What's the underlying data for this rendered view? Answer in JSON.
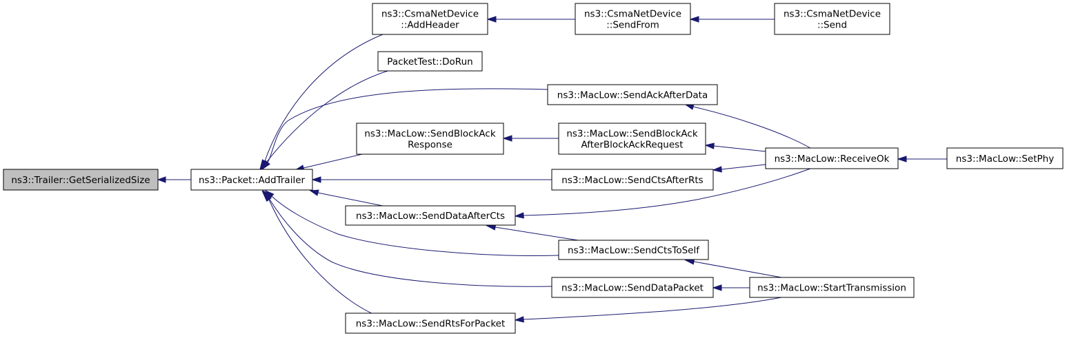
{
  "graph": {
    "nodes": [
      {
        "id": "trailer_getsize",
        "lines": [
          "ns3::Trailer::GetSerializedSize"
        ],
        "highlight": true
      },
      {
        "id": "packet_addtrailer",
        "lines": [
          "ns3::Packet::AddTrailer"
        ]
      },
      {
        "id": "csma_addheader",
        "lines": [
          "ns3::CsmaNetDevice",
          "::AddHeader"
        ]
      },
      {
        "id": "packettest_dorun",
        "lines": [
          "PacketTest::DoRun"
        ]
      },
      {
        "id": "sendblockackresponse",
        "lines": [
          "ns3::MacLow::SendBlockAck",
          "Response"
        ]
      },
      {
        "id": "senddataaftercts",
        "lines": [
          "ns3::MacLow::SendDataAfterCts"
        ]
      },
      {
        "id": "sendrtsforpacket",
        "lines": [
          "ns3::MacLow::SendRtsForPacket"
        ]
      },
      {
        "id": "csma_sendfrom",
        "lines": [
          "ns3::CsmaNetDevice",
          "::SendFrom"
        ]
      },
      {
        "id": "sendackafterdata",
        "lines": [
          "ns3::MacLow::SendAckAfterData"
        ]
      },
      {
        "id": "sendblockackafterreq",
        "lines": [
          "ns3::MacLow::SendBlockAck",
          "AfterBlockAckRequest"
        ]
      },
      {
        "id": "sendctsafterrts",
        "lines": [
          "ns3::MacLow::SendCtsAfterRts"
        ]
      },
      {
        "id": "sendctstoself",
        "lines": [
          "ns3::MacLow::SendCtsToSelf"
        ]
      },
      {
        "id": "senddatapacket",
        "lines": [
          "ns3::MacLow::SendDataPacket"
        ]
      },
      {
        "id": "csma_send",
        "lines": [
          "ns3::CsmaNetDevice",
          "::Send"
        ]
      },
      {
        "id": "receiveok",
        "lines": [
          "ns3::MacLow::ReceiveOk"
        ]
      },
      {
        "id": "starttransmission",
        "lines": [
          "ns3::MacLow::StartTransmission"
        ]
      },
      {
        "id": "setphy",
        "lines": [
          "ns3::MacLow::SetPhy"
        ]
      }
    ],
    "edges": [
      {
        "from": "packet_addtrailer",
        "to": "trailer_getsize"
      },
      {
        "from": "csma_addheader",
        "to": "packet_addtrailer"
      },
      {
        "from": "packettest_dorun",
        "to": "packet_addtrailer"
      },
      {
        "from": "sendackafterdata",
        "to": "packet_addtrailer"
      },
      {
        "from": "sendblockackresponse",
        "to": "packet_addtrailer"
      },
      {
        "from": "sendctsafterrts",
        "to": "packet_addtrailer"
      },
      {
        "from": "senddataaftercts",
        "to": "packet_addtrailer"
      },
      {
        "from": "sendctstoself",
        "to": "packet_addtrailer"
      },
      {
        "from": "senddatapacket",
        "to": "packet_addtrailer"
      },
      {
        "from": "sendrtsforpacket",
        "to": "packet_addtrailer"
      },
      {
        "from": "csma_sendfrom",
        "to": "csma_addheader"
      },
      {
        "from": "csma_send",
        "to": "csma_sendfrom"
      },
      {
        "from": "receiveok",
        "to": "sendackafterdata"
      },
      {
        "from": "sendblockackafterreq",
        "to": "sendblockackresponse"
      },
      {
        "from": "receiveok",
        "to": "sendblockackafterreq"
      },
      {
        "from": "receiveok",
        "to": "sendctsafterrts"
      },
      {
        "from": "receiveok",
        "to": "senddataaftercts"
      },
      {
        "from": "sendctstoself",
        "to": "senddataaftercts"
      },
      {
        "from": "starttransmission",
        "to": "sendctstoself"
      },
      {
        "from": "starttransmission",
        "to": "senddatapacket"
      },
      {
        "from": "starttransmission",
        "to": "sendrtsforpacket"
      },
      {
        "from": "setphy",
        "to": "receiveok"
      }
    ]
  }
}
